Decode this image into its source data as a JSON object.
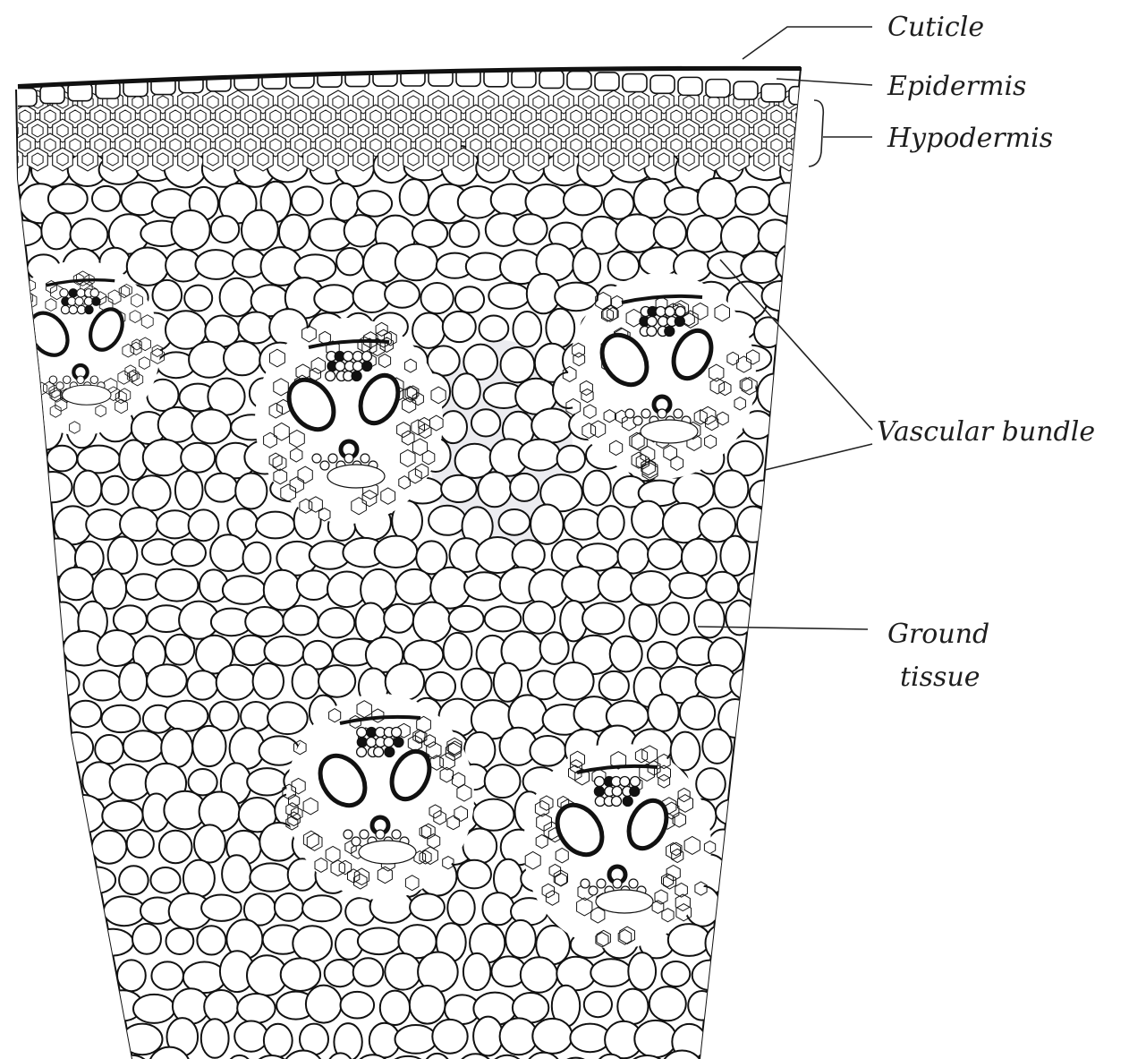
{
  "diagram": {
    "labels": {
      "cuticle": "Cuticle",
      "epidermis": "Epidermis",
      "hypodermis": "Hypodermis",
      "vascular_bundle": "Vascular bundle",
      "ground_tissue_line1": "Ground",
      "ground_tissue_line2": "tissue"
    },
    "colors": {
      "ink": "#111111",
      "paper": "#ffffff",
      "cell_fill": "#ffffff",
      "shade": "#ececf0"
    },
    "vascular_bundle_count": 5
  }
}
